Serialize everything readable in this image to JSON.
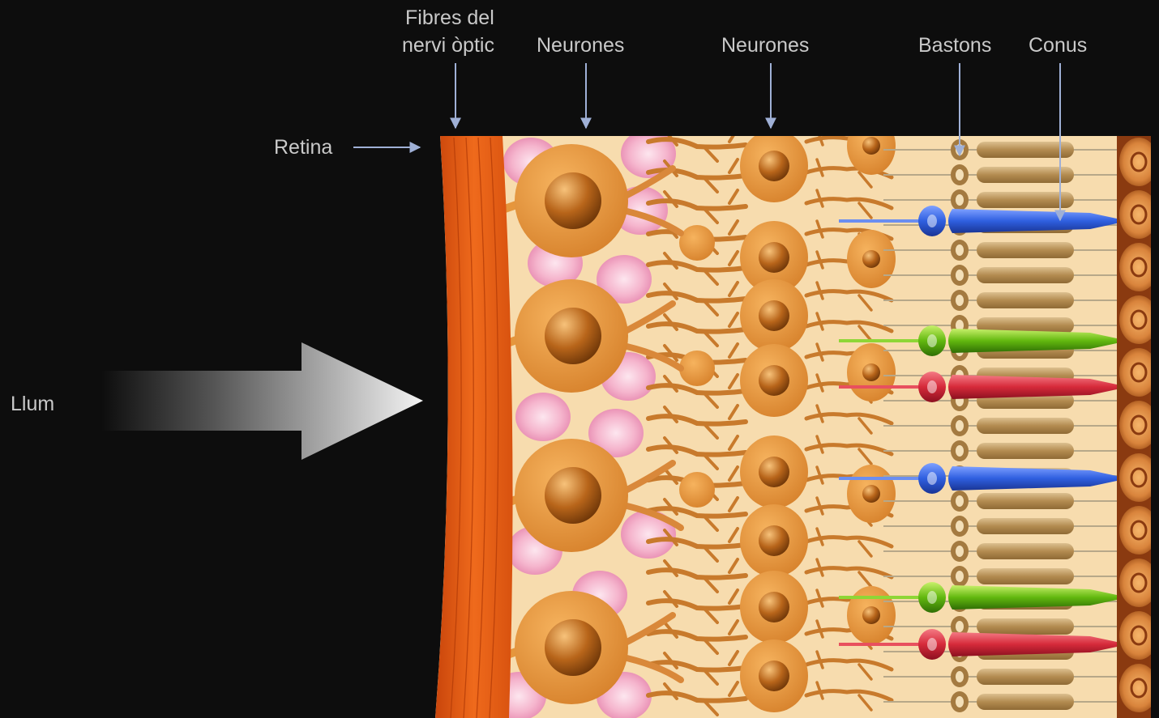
{
  "labels": {
    "fibres_line1": "Fibres del",
    "fibres_line2": "nervi òptic",
    "neurones_1": "Neurones",
    "neurones_2": "Neurones",
    "bastons": "Bastons",
    "conus": "Conus",
    "retina": "Retina",
    "llum": "Llum"
  },
  "colors": {
    "background": "#0d0d0d",
    "label_text": "#c9c9c9",
    "pointer_arrow": "#9fb0d6",
    "nerve_fiber_layer": "#e05a12",
    "retina_background": "#f7dcae",
    "neuron": "#e6963c",
    "neuron_nucleus": "#b8651a",
    "blood_cell": "#f0a6c4",
    "rod": "#b8955c",
    "cone_blue": "#2f5fe0",
    "cone_green": "#62b80f",
    "cone_red": "#d62a3a",
    "pigment_epithelium": "#d9843c"
  },
  "cones": [
    "blue",
    "green",
    "red",
    "blue",
    "green",
    "red"
  ]
}
